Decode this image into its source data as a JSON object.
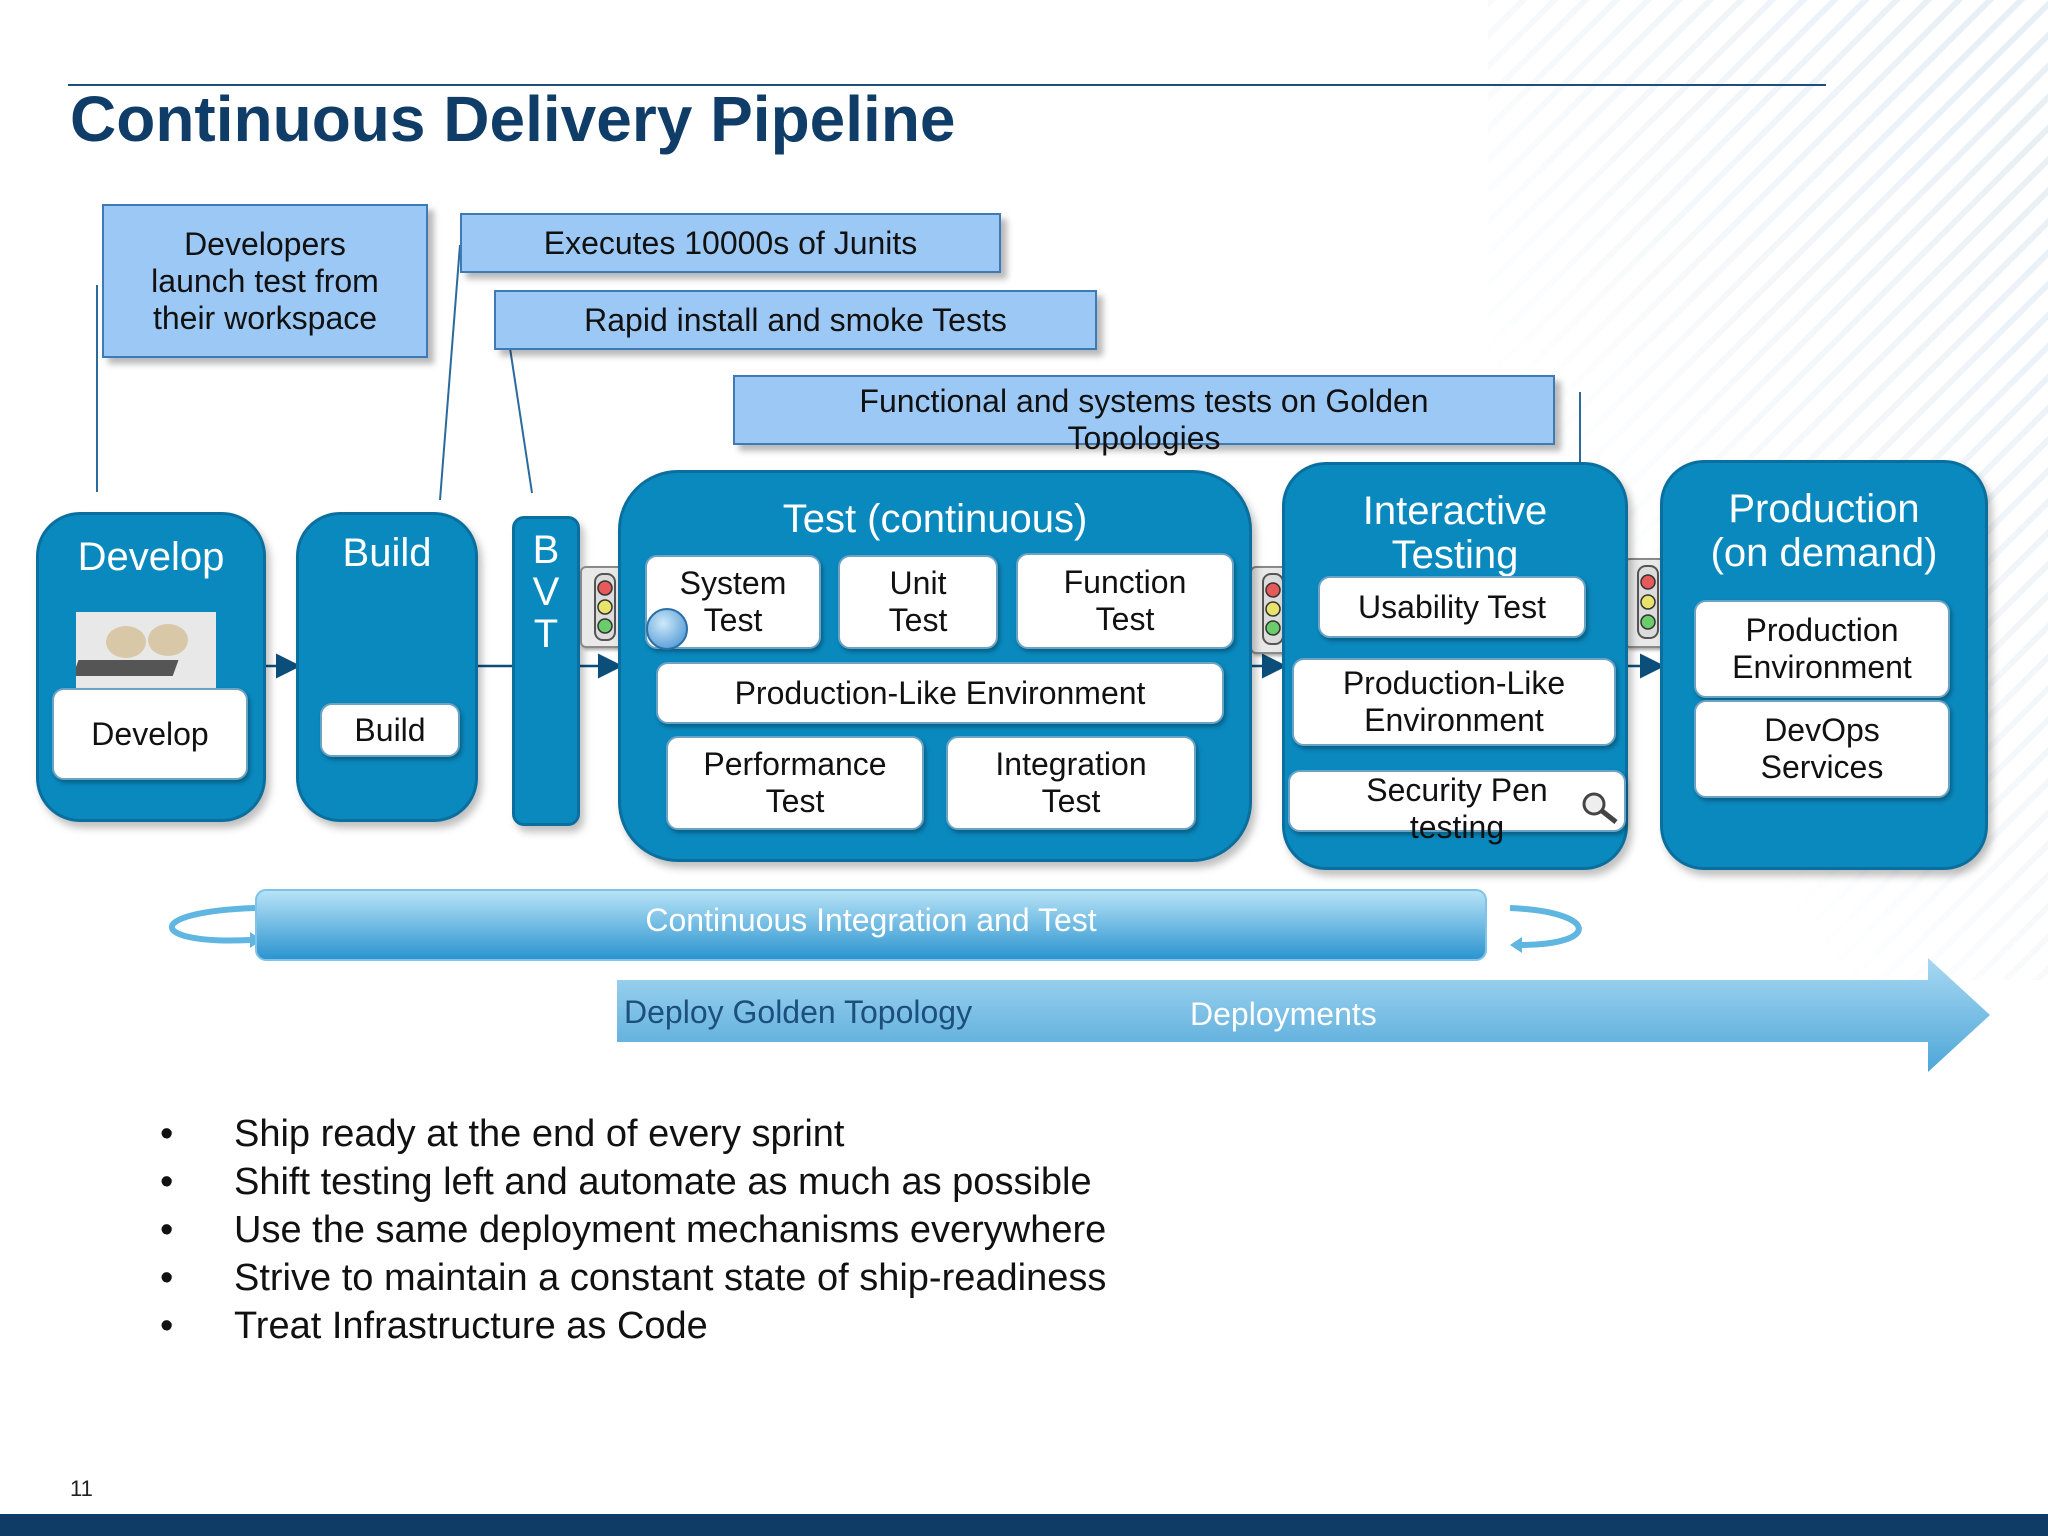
{
  "slide": {
    "title": "Continuous Delivery Pipeline",
    "page_number": "11"
  },
  "callouts": {
    "developers": [
      "Developers",
      "launch test from",
      "their workspace"
    ],
    "junits": "Executes 10000s of Junits",
    "rapid": "Rapid install and smoke Tests",
    "functional": [
      "Functional and systems tests on Golden",
      "Topologies"
    ]
  },
  "stages": {
    "develop": {
      "title": "Develop",
      "box": "Develop"
    },
    "build": {
      "title": "Build",
      "box": "Build"
    },
    "bvt": {
      "letters": [
        "B",
        "V",
        "T"
      ]
    },
    "test": {
      "title": "Test (continuous)",
      "system": [
        "System",
        "Test"
      ],
      "unit": [
        "Unit",
        "Test"
      ],
      "function": [
        "Function",
        "Test"
      ],
      "prodlike": "Production-Like Environment",
      "performance": [
        "Performance",
        "Test"
      ],
      "integration": [
        "Integration",
        "Test"
      ]
    },
    "interactive": {
      "title": [
        "Interactive",
        "Testing"
      ],
      "usability": "Usability Test",
      "prodlike": [
        "Production-Like",
        "Environment"
      ],
      "security": [
        "Security Pen",
        "testing"
      ]
    },
    "production": {
      "title": [
        "Production",
        "(on demand)"
      ],
      "environment": [
        "Production",
        "Environment"
      ],
      "devops": [
        "DevOps",
        "Services"
      ]
    }
  },
  "bars": {
    "ci": "Continuous Integration and Test",
    "deploy_golden": "Deploy Golden Topology",
    "deployments": "Deployments"
  },
  "bullets": [
    "Ship ready at the end of every sprint",
    "Shift testing left and automate as much as possible",
    "Use the same deployment mechanisms everywhere",
    "Strive to maintain a constant state of ship-readiness",
    "Treat Infrastructure as Code"
  ],
  "colors": {
    "title": "#0f3d68",
    "stage_fill": "#0a89bf",
    "callout_fill": "#9cc8f5",
    "footer": "#0e3c66"
  }
}
